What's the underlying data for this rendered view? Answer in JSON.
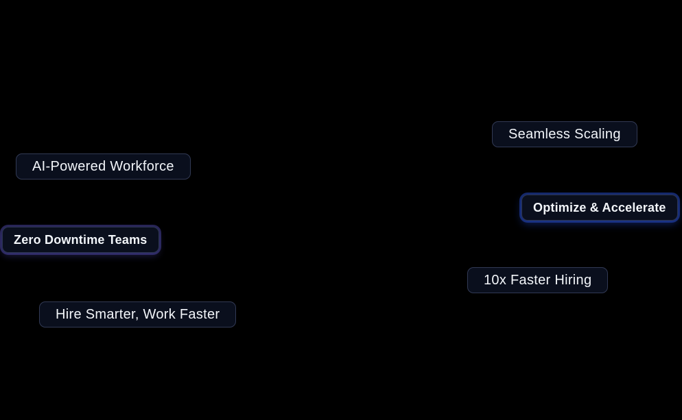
{
  "page": {
    "type": "hero-feature-badges",
    "background": "#000000"
  },
  "colors": {
    "page_bg": "#000000",
    "badge_bg": "#0a0f1d",
    "badge_border": "#323a55",
    "badge_text": "#f2f5f9",
    "glow_blue": "#2b5cff",
    "glow_purple": "#5b53c8"
  },
  "badges": [
    {
      "id": "seamless-scaling",
      "label": "Seamless Scaling",
      "emphasis": "normal"
    },
    {
      "id": "ai-powered-workforce",
      "label": "AI-Powered Workforce",
      "emphasis": "normal"
    },
    {
      "id": "optimize-accelerate",
      "label": "Optimize & Accelerate",
      "emphasis": "bold-glow-blue"
    },
    {
      "id": "zero-downtime-teams",
      "label": "Zero Downtime Teams",
      "emphasis": "bold-glow-purple"
    },
    {
      "id": "10x-faster-hiring",
      "label": "10x Faster Hiring",
      "emphasis": "normal"
    },
    {
      "id": "hire-smarter-work-faster",
      "label": "Hire Smarter, Work Faster",
      "emphasis": "normal"
    }
  ]
}
